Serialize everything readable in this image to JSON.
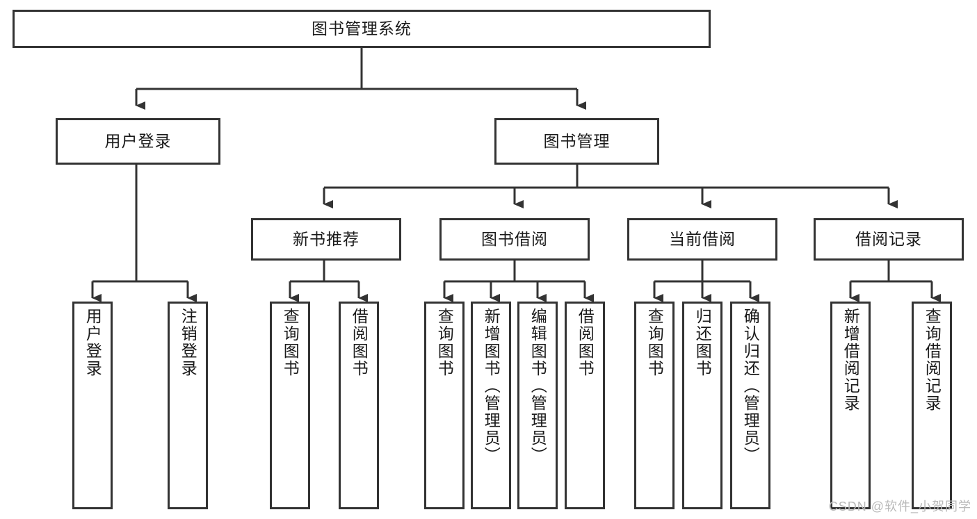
{
  "diagram": {
    "title": "图书管理系统",
    "type": "functional-structure-tree",
    "background_color": "#ffffff",
    "line_color": "#333333",
    "box_border_color": "#333333",
    "text_color": "#1a1a1a"
  },
  "nodes": {
    "root": {
      "label": "图书管理系统",
      "level": 1
    },
    "level2": [
      {
        "id": "user-login",
        "label": "用户登录"
      },
      {
        "id": "book-manage",
        "label": "图书管理"
      }
    ],
    "level3": [
      {
        "id": "new-book-recommend",
        "label": "新书推荐"
      },
      {
        "id": "book-borrow",
        "label": "图书借阅"
      },
      {
        "id": "current-borrow",
        "label": "当前借阅"
      },
      {
        "id": "borrow-record",
        "label": "借阅记录"
      }
    ],
    "leaves": {
      "user_login": [
        {
          "id": "leaf-user-login",
          "label": "用户登录"
        },
        {
          "id": "leaf-user-logout",
          "label": "注销登录"
        }
      ],
      "new_book_recommend": [
        {
          "id": "leaf-query-book-1",
          "label": "查询图书"
        },
        {
          "id": "leaf-borrow-book-1",
          "label": "借阅图书"
        }
      ],
      "book_borrow": [
        {
          "id": "leaf-query-book-2",
          "label": "查询图书"
        },
        {
          "id": "leaf-add-book",
          "label": "新增图书（管理员）"
        },
        {
          "id": "leaf-edit-book",
          "label": "编辑图书（管理员）"
        },
        {
          "id": "leaf-borrow-book-2",
          "label": "借阅图书"
        }
      ],
      "current_borrow": [
        {
          "id": "leaf-query-book-3",
          "label": "查询图书"
        },
        {
          "id": "leaf-return-book",
          "label": "归还图书"
        },
        {
          "id": "leaf-confirm-return",
          "label": "确认归还（管理员）"
        }
      ],
      "borrow_record": [
        {
          "id": "leaf-add-record",
          "label": "新增借阅记录"
        },
        {
          "id": "leaf-query-record",
          "label": "查询借阅记录"
        }
      ]
    }
  },
  "watermark": {
    "text": "CSDN @软件_小贺同学"
  }
}
